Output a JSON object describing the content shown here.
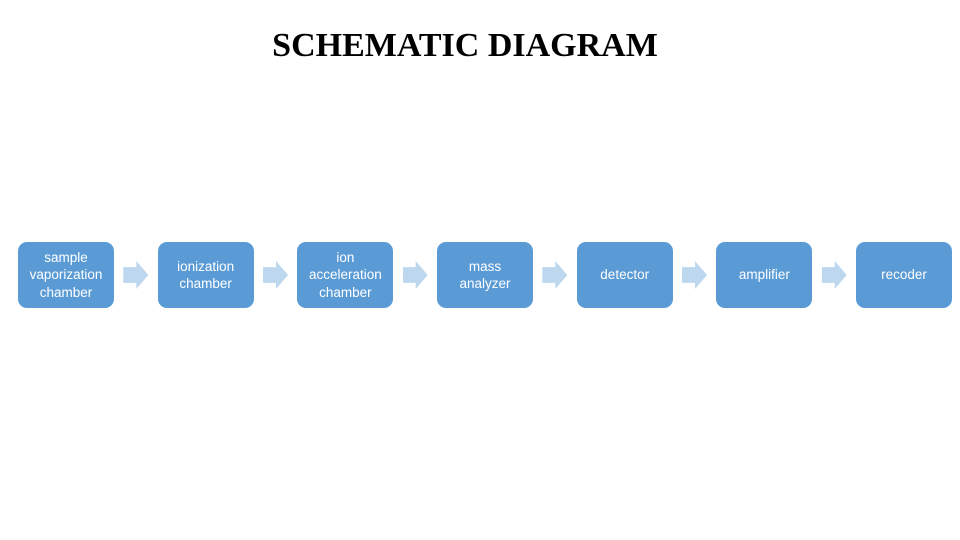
{
  "title": "SCHEMATIC DIAGRAM",
  "diagram": {
    "type": "flowchart",
    "direction": "left-to-right",
    "connector": "right-block-arrow",
    "nodes": [
      {
        "label": "sample vaporization chamber"
      },
      {
        "label": "ionization chamber"
      },
      {
        "label": "ion acceleration chamber"
      },
      {
        "label": "mass analyzer"
      },
      {
        "label": "detector"
      },
      {
        "label": "amplifier"
      },
      {
        "label": "recoder"
      }
    ],
    "colors": {
      "node_fill": "#5B9BD5",
      "node_text": "#FFFFFF",
      "arrow_fill": "#BDD7EE",
      "title_color": "#000000",
      "background": "#FFFFFF"
    }
  }
}
